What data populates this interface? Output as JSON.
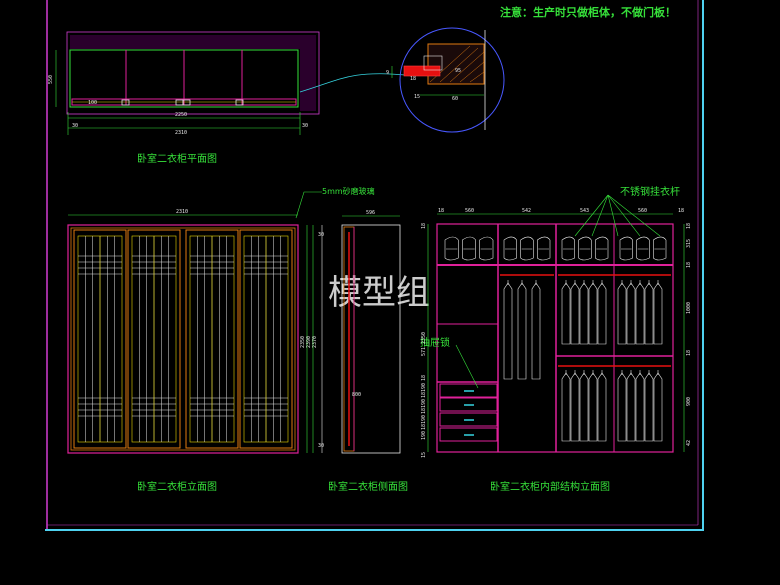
{
  "colors": {
    "background": "#000000",
    "frame": "#4fd2f0",
    "frame_left": "#d23cd2",
    "cabinet": "#e0219a",
    "green_text": "#36e03a",
    "yellow": "#e8d800",
    "orange": "#e07a10",
    "red": "#ff2030",
    "white": "#e8e8e8",
    "cyan": "#35d4e0"
  },
  "note": "注意：生产时只做柜体，不做门板！",
  "watermark": "模型组",
  "titles": {
    "plan": "卧室二衣柜平面图",
    "elevation": "卧室二衣柜立面图",
    "side": "卧室二衣柜侧面图",
    "interior": "卧室二衣柜内部结构立面图"
  },
  "callouts": {
    "glass": "5mm砂磨玻璃",
    "rod": "不锈钢挂衣杆",
    "drawer_lock": "抽屉锁"
  },
  "plan_dims": {
    "depth": "550",
    "inner": "2250",
    "overall": "2310",
    "end": "30",
    "door_gap": "100",
    "detail_small": "9",
    "detail_top": "18",
    "detail_hatch": "95",
    "detail_bottom": "60",
    "detail_side": "15"
  },
  "elevation_dims": {
    "width": "2310",
    "heights": [
      "2350",
      "2390",
      "2370"
    ],
    "top_gap": "30",
    "bottom_gap": "30"
  },
  "side_dims": {
    "depth": "596",
    "inner_mark": "800"
  },
  "interior_dims": {
    "top": [
      "18",
      "560",
      "542",
      "543",
      "560",
      "18"
    ],
    "right": [
      "18",
      "315",
      "18",
      "1000",
      "18",
      "900",
      "42"
    ],
    "left": [
      "18",
      "2350",
      "571",
      "18",
      "190",
      "18",
      "190",
      "18",
      "190",
      "18",
      "190",
      "15"
    ]
  }
}
